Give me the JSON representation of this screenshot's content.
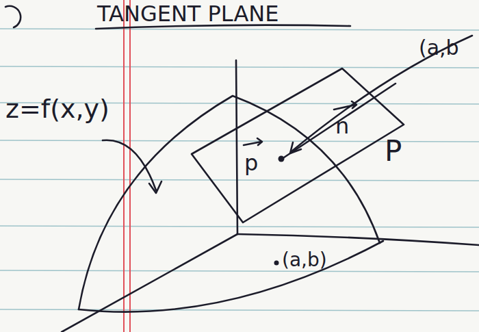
{
  "diagram": {
    "title": "TANGENT PLANE",
    "labels": [
      "(a,b",
      "z=f(x,y)",
      "n",
      "p",
      "P",
      "(a,b)"
    ]
  }
}
